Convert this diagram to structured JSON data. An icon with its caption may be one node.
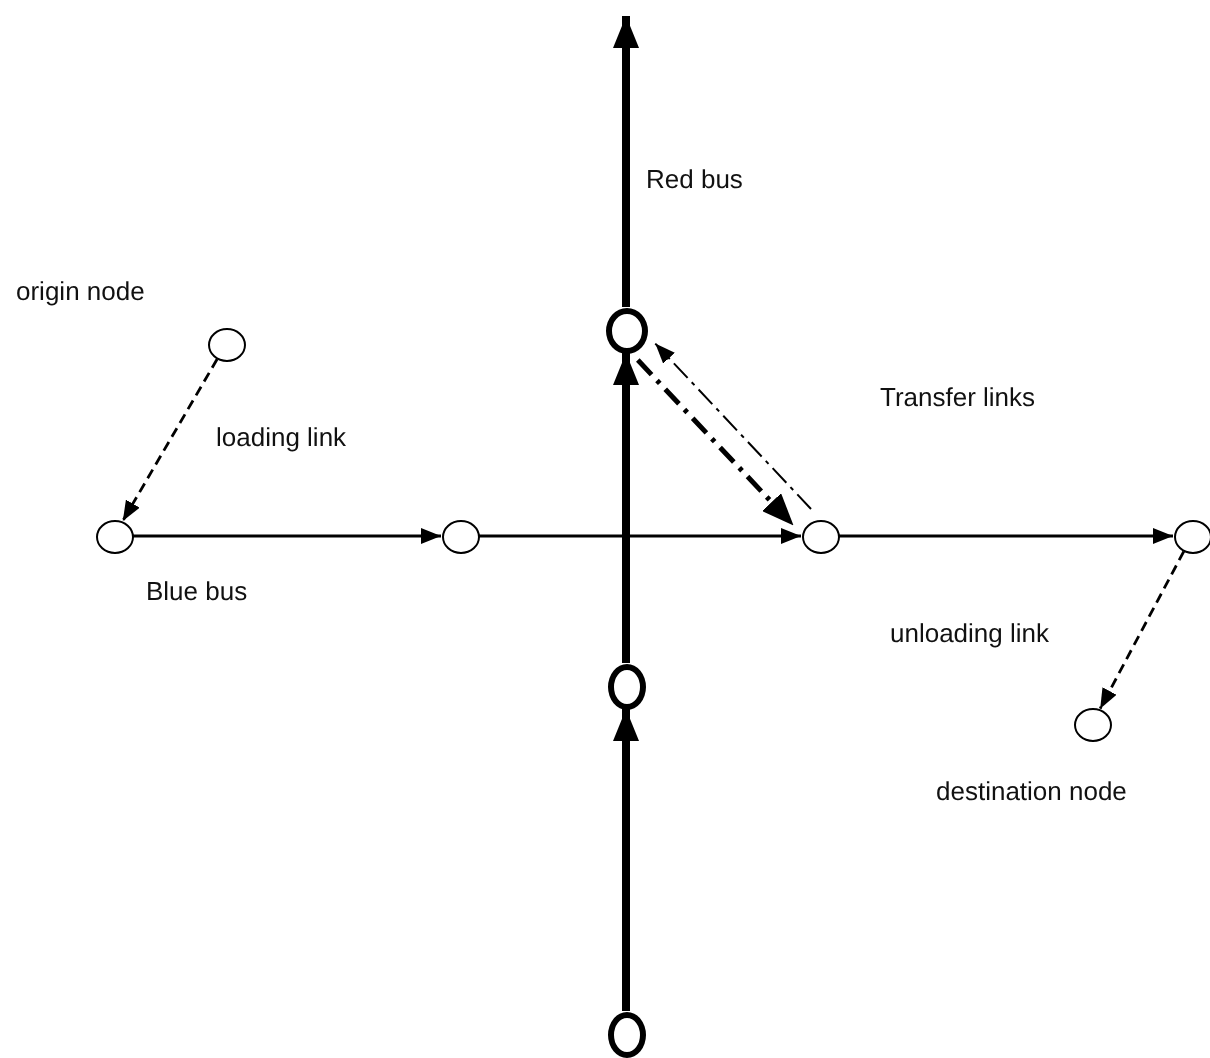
{
  "diagram": {
    "nodes": [
      {
        "text": [],
        "shape": "circle",
        "beside": [
          "origin node"
        ]
      },
      {
        "text": [],
        "shape": "circle"
      },
      {
        "text": [],
        "shape": "circle"
      },
      {
        "text": [],
        "shape": "circle"
      },
      {
        "text": [],
        "shape": "circle"
      },
      {
        "text": [],
        "shape": "circle"
      },
      {
        "text": [],
        "shape": "circle"
      },
      {
        "text": [],
        "shape": "circle",
        "beside": [
          "destination node"
        ]
      },
      {
        "text": [],
        "shape": "circle"
      }
    ],
    "edges": [
      {
        "from": 0,
        "to": 2,
        "arrow": "to",
        "style": "dashed",
        "label": "loading link"
      },
      {
        "from": 2,
        "to": 3,
        "arrow": "to"
      },
      {
        "from": 3,
        "to": 4,
        "arrow": "to"
      },
      {
        "from": 4,
        "to": 5,
        "arrow": "to"
      },
      {
        "from": 5,
        "to": 7,
        "arrow": "to",
        "style": "dashed",
        "label": "unloading link"
      },
      {
        "from": 8,
        "to": 6,
        "arrow": "to",
        "style": "thick"
      },
      {
        "from": 6,
        "to": 1,
        "arrow": "to",
        "style": "thick"
      },
      {
        "from": 1,
        "to": null,
        "arrow": "to",
        "style": "thick"
      },
      {
        "from": 4,
        "to": 1,
        "arrow": "to",
        "style": "dashed"
      },
      {
        "from": 1,
        "to": 4,
        "arrow": "to",
        "style": "dashed"
      }
    ],
    "labels": [
      "Red bus",
      "Blue bus",
      "Transfer links"
    ]
  }
}
